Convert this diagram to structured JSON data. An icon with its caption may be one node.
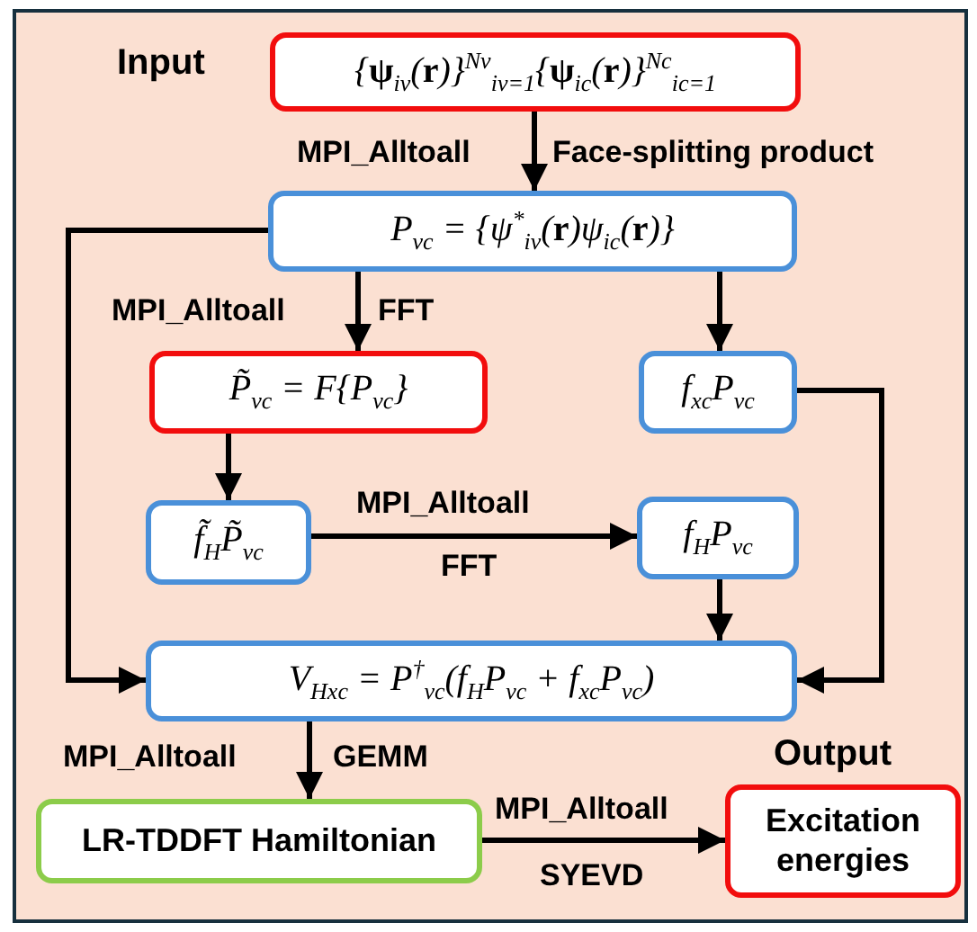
{
  "diagram": {
    "nodes": [
      {
        "text": [
          "{**ψ**$_{iν}$(**r**)}$^{Nν}$$_{iν=1}${**ψ**$_{ic}$(**r**)}$^{Nc}$$_{ic=1}$"
        ],
        "beside": [
          "Input"
        ]
      },
      {
        "text": [
          "P$_{νc}$ = {ψ$^{*}$$_{iν}$(**r**)ψ$_{ic}$(**r**)}"
        ]
      },
      {
        "text": [
          "P̃$_{νc}$ = F{P$_{νc}$}"
        ]
      },
      {
        "text": [
          "f$_{xc}$P$_{νc}$"
        ]
      },
      {
        "text": [
          "f̃$_{H}$P̃$_{νc}$"
        ]
      },
      {
        "text": [
          "f$_{H}$P$_{νc}$"
        ]
      },
      {
        "text": [
          "V$_{Hxc}$ = P$^{†}$$_{νc}$(f$_{H}$P$_{νc}$ + f$_{xc}$P$_{νc}$)"
        ]
      },
      {
        "text": [
          "LR-TDDFT Hamiltonian"
        ]
      },
      {
        "text": [
          "Excitation energies"
        ],
        "beside": [
          "Output"
        ]
      }
    ],
    "edges": [
      {
        "from": 0,
        "to": 1,
        "arrow": "to",
        "label": "MPI_Alltoall"
      },
      {
        "from": 1,
        "to": 2,
        "arrow": "to",
        "label": "MPI_Alltoall"
      },
      {
        "from": 1,
        "to": 3,
        "arrow": "to"
      },
      {
        "from": 1,
        "to": 6,
        "arrow": "to"
      },
      {
        "from": 2,
        "to": 4,
        "arrow": "to"
      },
      {
        "from": 4,
        "to": 5,
        "arrow": "to",
        "label": "MPI_Alltoall"
      },
      {
        "from": 5,
        "to": 6,
        "arrow": "to"
      },
      {
        "from": 3,
        "to": 6,
        "arrow": "to"
      },
      {
        "from": 6,
        "to": 7,
        "arrow": "to",
        "label": "MPI_Alltoall"
      },
      {
        "from": 7,
        "to": 8,
        "arrow": "to",
        "label": "MPI_Alltoall"
      }
    ],
    "labels": [
      "Face-splitting product",
      "FFT",
      "FFT",
      "GEMM",
      "SYEVD"
    ]
  }
}
